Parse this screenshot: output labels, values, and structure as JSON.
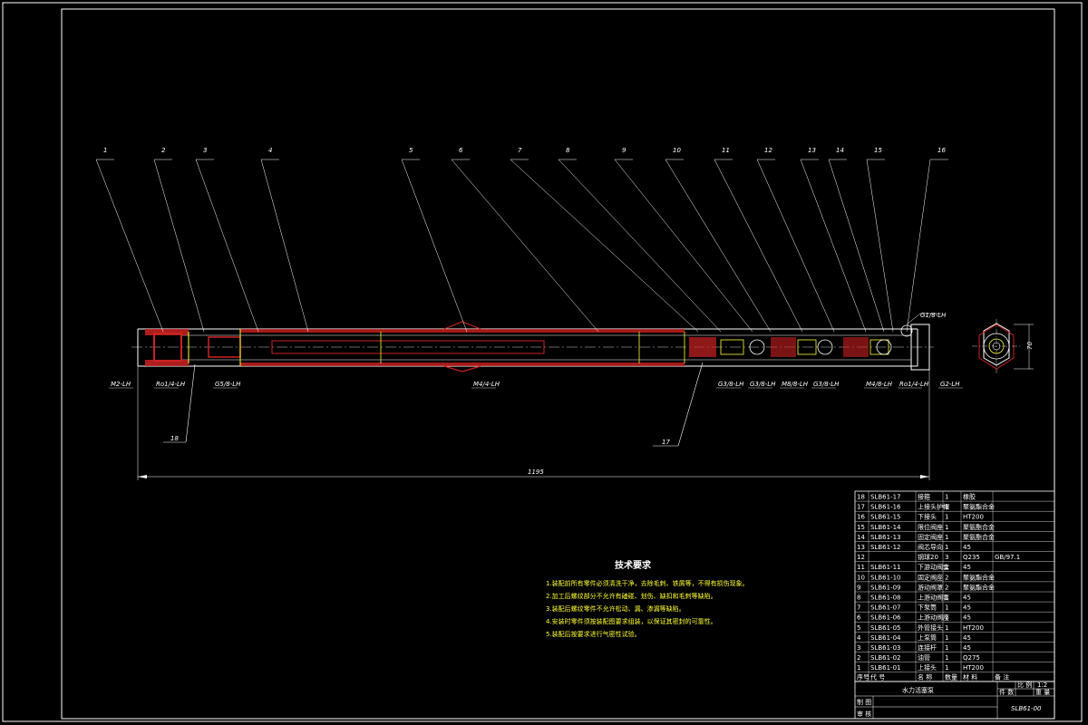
{
  "balloons": [
    "1",
    "2",
    "3",
    "4",
    "5",
    "6",
    "7",
    "8",
    "9",
    "10",
    "11",
    "12",
    "13",
    "14",
    "15",
    "16"
  ],
  "lower_balloons": [
    "18",
    "17"
  ],
  "thread_labels_bottom": [
    "M2-LH",
    "Ro1/4-LH",
    "G5/8-LH",
    "M4/4-LH",
    "G3/8-LH",
    "G3/8-LH",
    "M8/8-LH",
    "G3/8-LH",
    "M4/8-LH",
    "Ro1/4-LH",
    "G2-LH"
  ],
  "thread_label_top_right": "G1/8-LH",
  "side_dimension": "70",
  "overall_dimension": "1195",
  "requirements": {
    "title": "技术要求",
    "lines": [
      "1.装配前所有零件必须清洗干净，去除毛刺、铁屑等，不得有损伤现象。",
      "2.加工后螺纹部分不允许有磕碰、划伤、缺扣和毛刺等缺陷。",
      "3.装配后螺纹零件不允许松动、漏、渗漏等缺陷。",
      "4.安装时零件须按装配图要求组装，以保证其密封的可靠性。",
      "5.装配后按要求进行气密性试验。"
    ]
  },
  "bom": {
    "rows": [
      {
        "no": "18",
        "code": "SLB61-17",
        "name": "接箍",
        "qty": "1",
        "material": "橡胶",
        "note": ""
      },
      {
        "no": "17",
        "code": "SLB61-16",
        "name": "上接头护帽",
        "qty": "1",
        "material": "聚氨酯合金",
        "note": ""
      },
      {
        "no": "16",
        "code": "SLB61-15",
        "name": "下接头",
        "qty": "1",
        "material": "HT200",
        "note": ""
      },
      {
        "no": "15",
        "code": "SLB61-14",
        "name": "限位阀座",
        "qty": "1",
        "material": "聚氨酯合金",
        "note": ""
      },
      {
        "no": "14",
        "code": "SLB61-13",
        "name": "固定阀座",
        "qty": "1",
        "material": "聚氨酯合金",
        "note": ""
      },
      {
        "no": "13",
        "code": "SLB61-12",
        "name": "阀芯导向",
        "qty": "1",
        "material": "45",
        "note": ""
      },
      {
        "no": "12",
        "code": "",
        "name": "钢球20",
        "qty": "3",
        "material": "Q235",
        "note": "GB/97.1"
      },
      {
        "no": "11",
        "code": "SLB61-11",
        "name": "下游动阀套",
        "qty": "1",
        "material": "45",
        "note": ""
      },
      {
        "no": "10",
        "code": "SLB61-10",
        "name": "固定阀座",
        "qty": "2",
        "material": "聚氨酯合金",
        "note": ""
      },
      {
        "no": "9",
        "code": "SLB61-09",
        "name": "游动阀罩",
        "qty": "2",
        "material": "聚氨酯合金",
        "note": ""
      },
      {
        "no": "8",
        "code": "SLB61-08",
        "name": "上游动阀套",
        "qty": "1",
        "material": "45",
        "note": ""
      },
      {
        "no": "7",
        "code": "SLB61-07",
        "name": "下泵筒",
        "qty": "1",
        "material": "45",
        "note": ""
      },
      {
        "no": "6",
        "code": "SLB61-06",
        "name": "上游动阀座",
        "qty": "1",
        "material": "45",
        "note": ""
      },
      {
        "no": "5",
        "code": "SLB61-05",
        "name": "外管接头",
        "qty": "1",
        "material": "HT200",
        "note": ""
      },
      {
        "no": "4",
        "code": "SLB61-04",
        "name": "上泵筒",
        "qty": "1",
        "material": "45",
        "note": ""
      },
      {
        "no": "3",
        "code": "SLB61-03",
        "name": "连接杆",
        "qty": "1",
        "material": "45",
        "note": ""
      },
      {
        "no": "2",
        "code": "SLB61-02",
        "name": "油管",
        "qty": "1",
        "material": "Q275",
        "note": ""
      },
      {
        "no": "1",
        "code": "SLB61-01",
        "name": "上接头",
        "qty": "1",
        "material": "HT200",
        "note": ""
      }
    ],
    "header": {
      "no": "序号",
      "code": "代 号",
      "name": "名 称",
      "qty": "数量",
      "material": "材 料",
      "note": "备 注"
    }
  },
  "title_block": {
    "scale_label": "比 例",
    "scale_value": "1:2",
    "count_label": "件 数",
    "weight_label": "重 量",
    "drawing_name": "水力活塞泵",
    "designer_label": "制 图",
    "reviewer_label": "审 核",
    "drawing_code": "SLB61-00"
  }
}
